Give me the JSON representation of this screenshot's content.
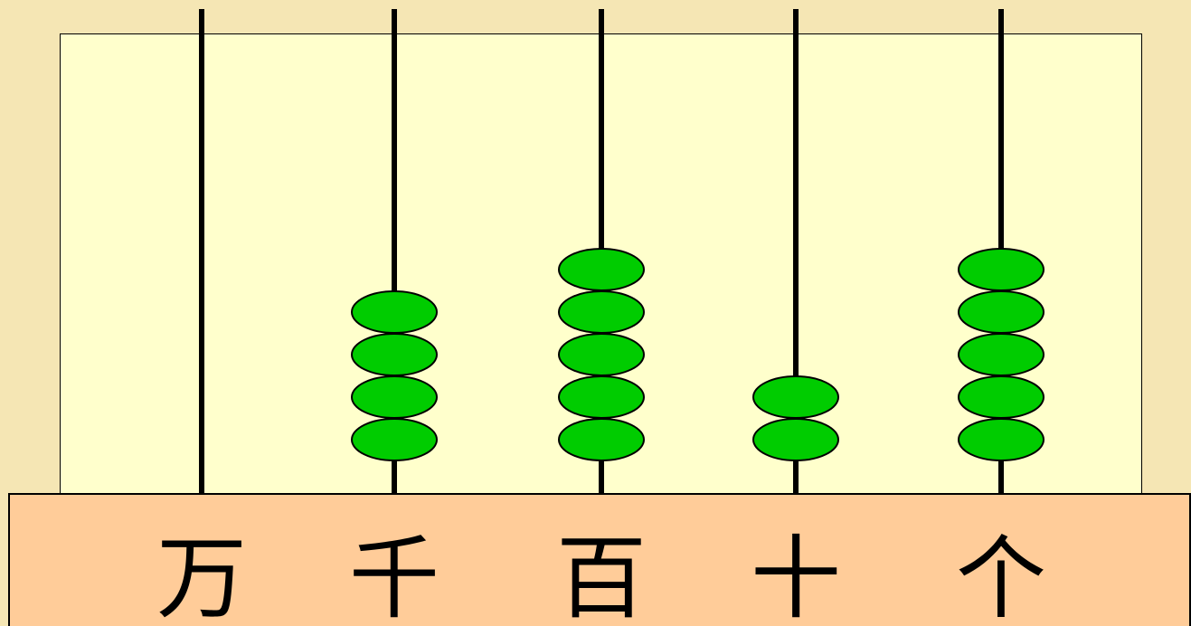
{
  "abacus": {
    "colors": {
      "background": "#f5e6b4",
      "frame": "#ffffcc",
      "base": "#ffcc99",
      "bead": "#00cc00",
      "rod": "#000000"
    },
    "rods": [
      {
        "label": "万",
        "beads": 0
      },
      {
        "label": "千",
        "beads": 4
      },
      {
        "label": "百",
        "beads": 5
      },
      {
        "label": "十",
        "beads": 2
      },
      {
        "label": "个",
        "beads": 5
      }
    ]
  }
}
